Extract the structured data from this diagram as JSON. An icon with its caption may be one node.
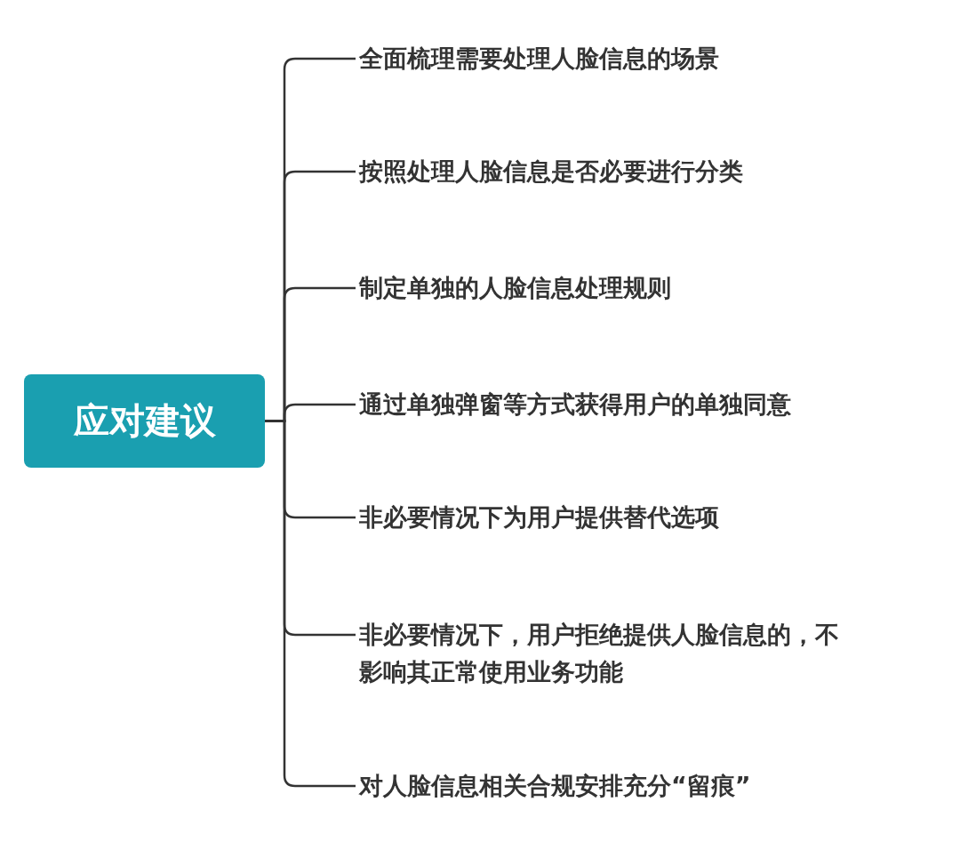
{
  "diagram": {
    "nodes": [
      {
        "text": [
          "应对建议"
        ]
      },
      {
        "text": [
          "全面梳理需要处理人脸信息的场景"
        ]
      },
      {
        "text": [
          "按照处理人脸信息是否必要进行分类"
        ]
      },
      {
        "text": [
          "制定单独的人脸信息处理规则"
        ]
      },
      {
        "text": [
          "通过单独弹窗等方式获得用户的单独同意"
        ]
      },
      {
        "text": [
          "非必要情况下为用户提供替代选项"
        ]
      },
      {
        "text": [
          "非必要情况下，用户拒绝提供人脸信息的，不影响其正常使用业务功能"
        ]
      },
      {
        "text": [
          "对人脸信息相关合规安排充分“留痕”"
        ]
      }
    ],
    "edges": [
      {
        "from": 0,
        "to": 1,
        "arrow": "none"
      },
      {
        "from": 0,
        "to": 2,
        "arrow": "none"
      },
      {
        "from": 0,
        "to": 3,
        "arrow": "none"
      },
      {
        "from": 0,
        "to": 4,
        "arrow": "none"
      },
      {
        "from": 0,
        "to": 5,
        "arrow": "none"
      },
      {
        "from": 0,
        "to": 6,
        "arrow": "none"
      },
      {
        "from": 0,
        "to": 7,
        "arrow": "none"
      }
    ]
  }
}
